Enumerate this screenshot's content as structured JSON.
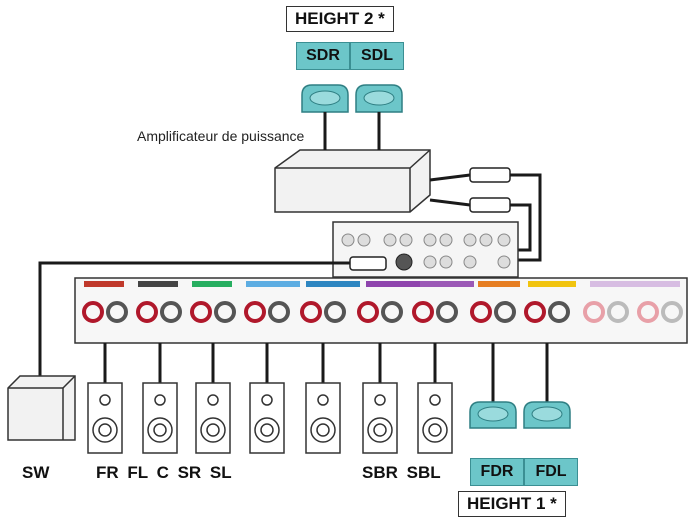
{
  "height2": {
    "title": "HEIGHT 2",
    "asterisk": "*",
    "right_label": "SDR",
    "left_label": "SDL"
  },
  "height1": {
    "title": "HEIGHT 1",
    "asterisk": "*",
    "right_label": "FDR",
    "left_label": "FDL"
  },
  "amplifier_label": "Amplificateur de puissance",
  "subwoofer_label": "SW",
  "front_labels": "FR FL C SR SL",
  "back_labels": "SBR SBL",
  "colors": {
    "speaker_teal": "#6cc6c9",
    "cable": "#1a1a1a",
    "terminal_red": "#b0182b"
  }
}
